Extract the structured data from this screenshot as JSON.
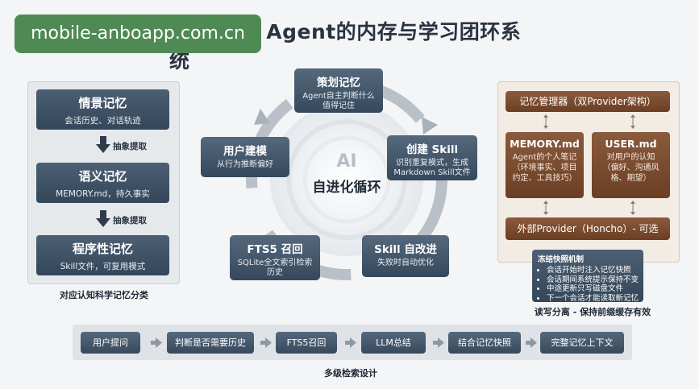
{
  "watermark": "mobile-anboapp.com.cn",
  "title": "Hermes Agent的内存与学习团环系统",
  "left_panel": {
    "boxes": [
      {
        "title": "情景记忆",
        "subtitle": "会话历史、对话轨迹"
      },
      {
        "title": "语义记忆",
        "subtitle": "MEMORY.md，持久事实"
      },
      {
        "title": "程序性记忆",
        "subtitle": "Skill文件，可复用模式"
      }
    ],
    "arrow_labels": [
      "抽象提取",
      "抽象提取"
    ],
    "caption": "对应认知科学记忆分类"
  },
  "cycle": {
    "center_mark": "AI",
    "center_label": "自进化循环",
    "nodes": [
      {
        "title": "策划记忆",
        "subtitle_1": "Agent自主判断什么",
        "subtitle_2": "值得记住"
      },
      {
        "title": "创建 Skill",
        "subtitle_1": "识别重复模式，生成",
        "subtitle_2": "Markdown Skill文件"
      },
      {
        "title": "Skill 自改进",
        "subtitle_1": "失败时自动优化",
        "subtitle_2": ""
      },
      {
        "title": "FTS5 召回",
        "subtitle_1": "SQLite全文索引检索",
        "subtitle_2": "历史"
      },
      {
        "title": "用户建模",
        "subtitle_1": "从行为推断偏好",
        "subtitle_2": ""
      }
    ]
  },
  "right_panel": {
    "manager": "记忆管理器（双Provider架构）",
    "memory": {
      "title": "MEMORY.md",
      "line_1": "Agent的个人笔记",
      "line_2": "（环境事实、项目",
      "line_3": "约定、工具技巧）"
    },
    "user": {
      "title": "USER.md",
      "line_1": "对用户的认知",
      "line_2": "（偏好、沟通风",
      "line_3": "格、期望）"
    },
    "external": "外部Provider（Honcho）- 可选",
    "freeze": {
      "title": "冻结快照机制",
      "items": [
        "会话开始时注入记忆快照",
        "会话期间系统提示保持不变",
        "中途更新只写磁盘文件",
        "下一个会话才能读取新记忆"
      ]
    },
    "caption": "读写分离 - 保持前缀缓存有效"
  },
  "pipeline": {
    "steps": [
      "用户提问",
      "判断是否需要历史",
      "FTS5召回",
      "LLM总结",
      "结合记忆快照",
      "完整记忆上下文"
    ],
    "caption": "多级检索设计"
  },
  "colors": {
    "slate_box": "#3f5266",
    "brown_box": "#7a4a2e",
    "watermark_bg": "#4f8a55",
    "arrow_gray": "#a9b1ba"
  }
}
